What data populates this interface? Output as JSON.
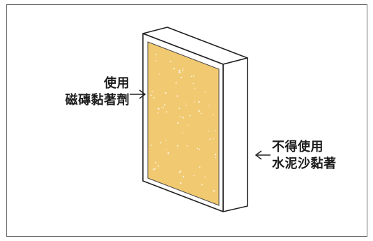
{
  "labels": {
    "left": {
      "line1": "使用",
      "line2": "磁磚黏著劑"
    },
    "right": {
      "line1": "不得使用",
      "line2": "水泥沙黏著"
    }
  },
  "colors": {
    "panel_fill": "#f1c971",
    "panel_edge": "#ffffff",
    "outline": "#222222",
    "frame": "#6e6e6e"
  }
}
